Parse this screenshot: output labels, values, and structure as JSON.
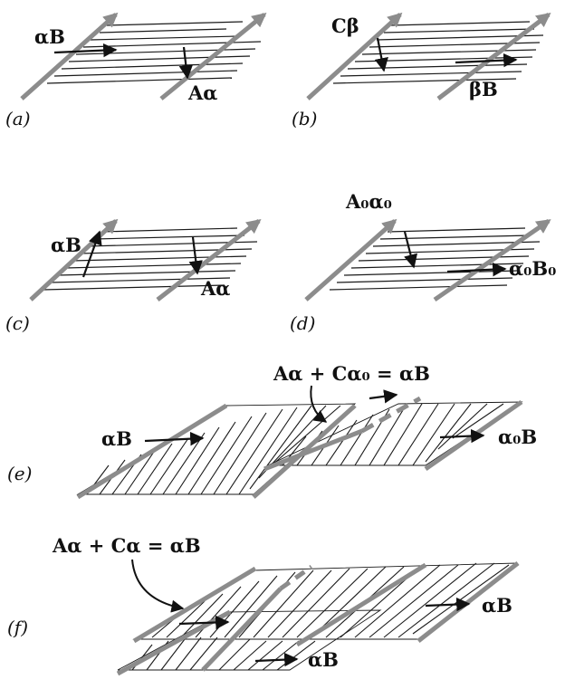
{
  "panels": {
    "a": {
      "label": "(a)",
      "arrow_1": "αB",
      "arrow_2": "Aα"
    },
    "b": {
      "label": "(b)",
      "arrow_1": "Cβ",
      "arrow_2": "βB"
    },
    "c": {
      "label": "(c)",
      "arrow_1": "αB",
      "arrow_2": "Aα"
    },
    "d": {
      "label": "(d)",
      "arrow_1": "A₀α₀",
      "arrow_2": "α₀B₀"
    },
    "e": {
      "label": "(e)",
      "equation": "Aα + Cα₀ = αB",
      "arrow_1": "αB",
      "arrow_2": "α₀B"
    },
    "f": {
      "label": "(f)",
      "equation": "Aα + Cα = αB",
      "arrow_1": "αB",
      "arrow_2": "αB"
    }
  },
  "colors": {
    "rail": "#8c8c8c",
    "line": "#1a1a1a"
  }
}
